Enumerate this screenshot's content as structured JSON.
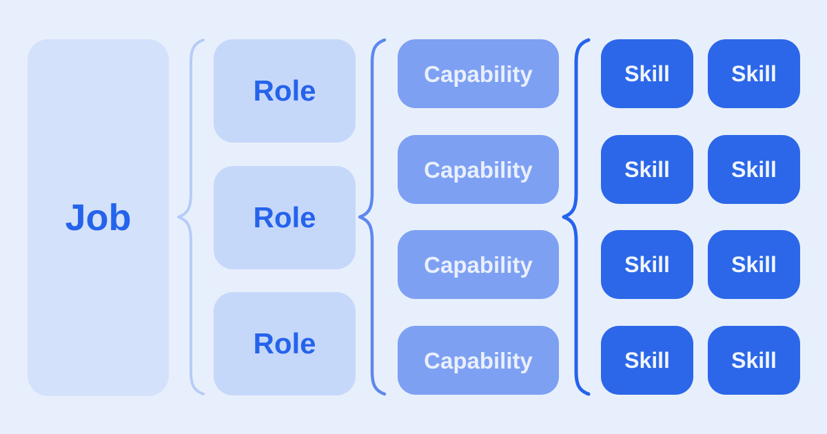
{
  "colors": {
    "background": "#e8effc",
    "job_fill": "#d3e1fb",
    "job_text": "#2563eb",
    "role_fill": "#c6d8fa",
    "role_text": "#2563eb",
    "capability_fill": "#7da0f2",
    "capability_text": "#e9effc",
    "skill_fill": "#2b67e8",
    "skill_text": "#f0f5fe",
    "brace_light": "#b5ccf8",
    "brace_medium": "#5e88ed",
    "brace_strong": "#2563eb"
  },
  "diagram": {
    "job": {
      "label": "Job"
    },
    "roles": {
      "items": [
        {
          "label": "Role"
        },
        {
          "label": "Role"
        },
        {
          "label": "Role"
        }
      ]
    },
    "capabilities": {
      "items": [
        {
          "label": "Capability"
        },
        {
          "label": "Capability"
        },
        {
          "label": "Capability"
        },
        {
          "label": "Capability"
        }
      ]
    },
    "skills": {
      "items": [
        {
          "label": "Skill"
        },
        {
          "label": "Skill"
        },
        {
          "label": "Skill"
        },
        {
          "label": "Skill"
        },
        {
          "label": "Skill"
        },
        {
          "label": "Skill"
        },
        {
          "label": "Skill"
        },
        {
          "label": "Skill"
        }
      ]
    }
  }
}
